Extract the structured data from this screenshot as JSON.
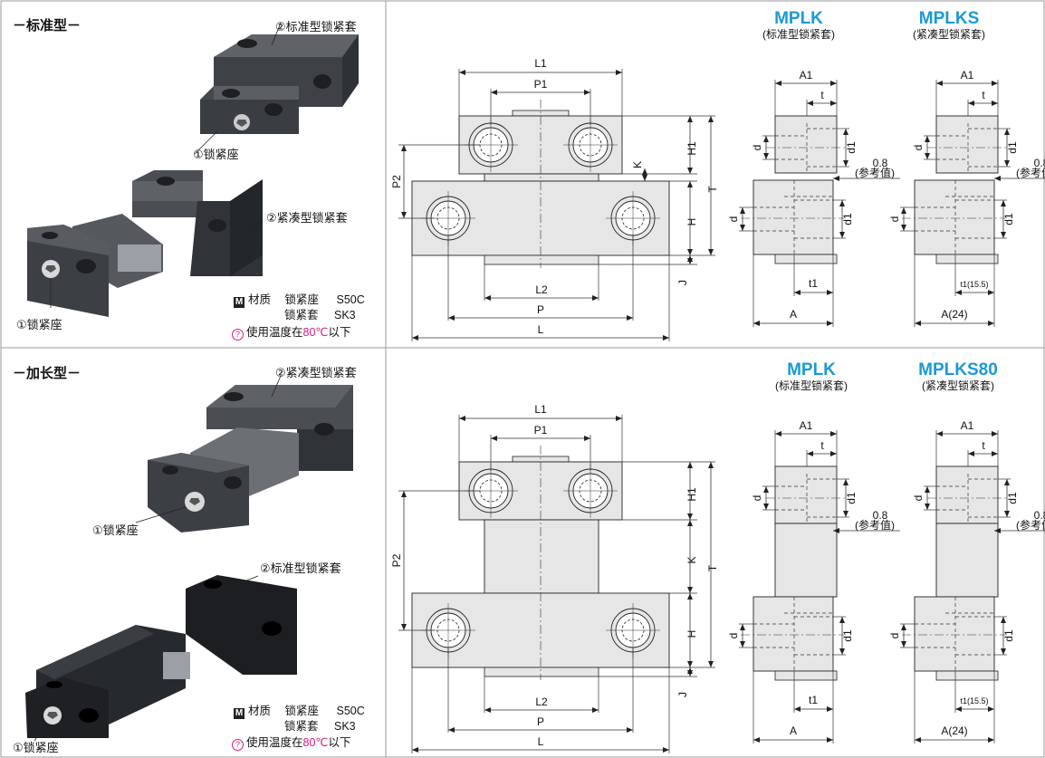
{
  "top": {
    "section_title": "－标准型－",
    "labels": {
      "std_sleeve": "②标准型锁紧套",
      "seat_a": "①锁紧座",
      "compact_sleeve": "②紧凑型锁紧套",
      "seat_b": "①锁紧座"
    },
    "material": {
      "badge": "M",
      "label": "材质",
      "seat_name": "锁紧座",
      "seat_grade": "S50C",
      "sleeve_name": "锁紧套",
      "sleeve_grade": "SK3"
    },
    "temp": {
      "prefix": "使用温度在",
      "value": "80℃",
      "suffix": "以下"
    },
    "models": [
      {
        "code": "MPLK",
        "desc": "(标准型锁紧套)"
      },
      {
        "code": "MPLKS",
        "desc": "(紧凑型锁紧套)"
      }
    ],
    "dims": {
      "L1": "L1",
      "P1": "P1",
      "P2": "P2",
      "K": "K",
      "H1": "H1",
      "H": "H",
      "T": "T",
      "J": "J",
      "L2": "L2",
      "P": "P",
      "L": "L",
      "A1": "A1",
      "t": "t",
      "d": "d",
      "d1": "d1",
      "ref_val": "0.8",
      "ref_note": "(参考值)",
      "t1": "t1",
      "A": "A",
      "t1_s": "t1(15.5)",
      "A_s": "A(24)"
    }
  },
  "bottom": {
    "section_title": "－加长型－",
    "labels": {
      "compact_sleeve": "②紧凑型锁紧套",
      "seat_a": "①锁紧座",
      "std_sleeve": "②标准型锁紧套",
      "seat_b": "①锁紧座"
    },
    "material": {
      "badge": "M",
      "label": "材质",
      "seat_name": "锁紧座",
      "seat_grade": "S50C",
      "sleeve_name": "锁紧套",
      "sleeve_grade": "SK3"
    },
    "temp": {
      "prefix": "使用温度在",
      "value": "80℃",
      "suffix": "以下"
    },
    "models": [
      {
        "code": "MPLK",
        "desc": "(标准型锁紧套)"
      },
      {
        "code": "MPLKS80",
        "desc": "(紧凑型锁紧套)"
      }
    ],
    "dims": {
      "L1": "L1",
      "P1": "P1",
      "P2": "P2",
      "K": "K",
      "H1": "H1",
      "H": "H",
      "T": "T",
      "J": "J",
      "L2": "L2",
      "P": "P",
      "L": "L",
      "A1": "A1",
      "t": "t",
      "d": "d",
      "d1": "d1",
      "ref_val": "0.8",
      "ref_note": "(参考值)",
      "t1": "t1",
      "A": "A",
      "t1_s": "t1(15.5)",
      "A_s": "A(24)"
    }
  },
  "colors": {
    "accent": "#1a9ad6",
    "temp": "#d81b7f",
    "part_fill": "#e6e6e6",
    "block_dark": "#3a3d42"
  }
}
